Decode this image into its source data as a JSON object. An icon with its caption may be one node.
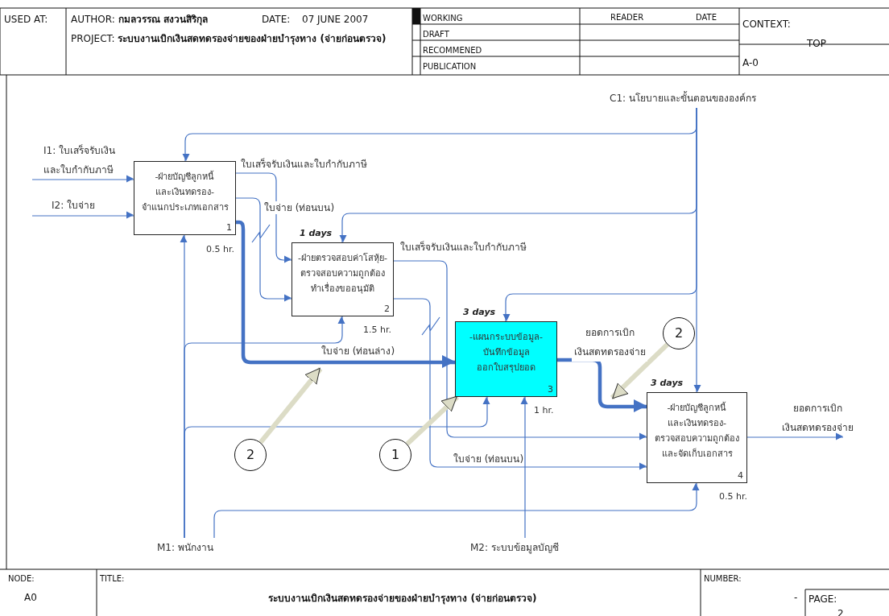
{
  "diagram": {
    "title": "ระบบงานเบิกเงินสดทดรองจ่ายของฝ่ายบำรุงทาง (จ่ายก่อนตรวจ)",
    "nodes": [
      {
        "text": [
          "C1: นโยบายและขั้นตอนขององค์กร"
        ]
      },
      {
        "text": [
          "I1: ใบเสร็จรับเงิน และใบกำกับภาษี"
        ]
      },
      {
        "text": [
          "I2: ใบจ่าย"
        ]
      },
      {
        "text": [
          "-ฝ่ายบัญชีลูกหนี้ และเงินทดรอง- จำแนกประเภทเอกสาร",
          "1"
        ],
        "beside": [
          "0.5 hr."
        ]
      },
      {
        "text": [
          "-ฝ่ายตรวจสอบค่าโสหุ้ย- ตรวจสอบความถูกต้อง ทำเรื่องขออนุมัติ",
          "2"
        ],
        "beside": [
          "1 days",
          "1.5 hr."
        ]
      },
      {
        "text": [
          "-แผนกระบบข้อมูล- บันทึกข้อมูล ออกใบสรุปยอด",
          "3"
        ],
        "beside": [
          "3 days",
          "1 hr."
        ]
      },
      {
        "text": [
          "-ฝ่ายบัญชีลูกหนี้ และเงินทดรอง- ตรวจสอบความถูกต้อง และจัดเก็บเอกสาร",
          "4"
        ],
        "beside": [
          "3 days",
          "0.5 hr."
        ]
      },
      {
        "text": [
          "ยอดการเบิก เงินสดทดรองจ่าย"
        ]
      },
      {
        "text": [
          "2"
        ]
      },
      {
        "text": [
          "2"
        ]
      },
      {
        "text": [
          "1"
        ]
      },
      {
        "text": [
          "M1: พนักงาน"
        ]
      },
      {
        "text": [
          "M2: ระบบข้อมูลบัญชี"
        ]
      }
    ],
    "edges": [
      {
        "from": 1,
        "to": 3,
        "arrow": "to"
      },
      {
        "from": 2,
        "to": 3,
        "arrow": "to"
      },
      {
        "from": 0,
        "to": 3,
        "arrow": "to"
      },
      {
        "from": 0,
        "to": 4,
        "arrow": "to"
      },
      {
        "from": 0,
        "to": 5,
        "arrow": "to"
      },
      {
        "from": 0,
        "to": 6,
        "arrow": "to"
      },
      {
        "from": 3,
        "to": 4,
        "arrow": "to",
        "label": "ใบเสร็จรับเงินและใบกำกับภาษี"
      },
      {
        "from": 3,
        "to": 4,
        "arrow": "to",
        "label": "ใบจ่าย (ท่อนบน)"
      },
      {
        "from": 3,
        "to": 5,
        "arrow": "to",
        "label": "ใบจ่าย (ท่อนล่าง)",
        "style": "thick"
      },
      {
        "from": 4,
        "to": 6,
        "arrow": "to",
        "label": "ใบเสร็จรับเงินและใบกำกับภาษี"
      },
      {
        "from": 4,
        "to": 6,
        "arrow": "to",
        "label": "ใบจ่าย (ท่อนบน)"
      },
      {
        "from": 5,
        "to": 6,
        "arrow": "to",
        "label": "ยอดการเบิก เงินสดทดรองจ่าย",
        "style": "thick"
      },
      {
        "from": 6,
        "to": 7,
        "arrow": "to"
      },
      {
        "from": 11,
        "to": 3,
        "arrow": "to"
      },
      {
        "from": 11,
        "to": 4,
        "arrow": "to"
      },
      {
        "from": 11,
        "to": 5,
        "arrow": "to"
      },
      {
        "from": 11,
        "to": 6,
        "arrow": "to"
      },
      {
        "from": 12,
        "to": 5,
        "arrow": "to"
      },
      {
        "from": 8,
        "to": null,
        "arrow": "to",
        "style": "thick",
        "color": "#dcdcc6"
      },
      {
        "from": 9,
        "to": null,
        "arrow": "to",
        "style": "thick",
        "color": "#dcdcc6"
      },
      {
        "from": 10,
        "to": 5,
        "arrow": "to",
        "style": "thick",
        "color": "#dcdcc6"
      }
    ],
    "labels": [
      "USED AT:",
      "AUTHOR: **กมลวรรณ สงวนสิริกุล**",
      "DATE:",
      "07 JUNE 2007",
      "WORKING",
      "READER",
      "DATE",
      "CONTEXT:",
      "PROJECT: **ระบบงานเบิกเงินสดทดรองจ่ายของฝ่ายบำรุงทาง (จ่ายก่อนตรวจ)**",
      "DRAFT",
      "TOP",
      "RECOMMENED",
      "PUBLICATION",
      "A-0",
      "NODE:",
      "TITLE:",
      "NUMBER:",
      "A0",
      "-",
      "PAGE:",
      "2"
    ]
  }
}
